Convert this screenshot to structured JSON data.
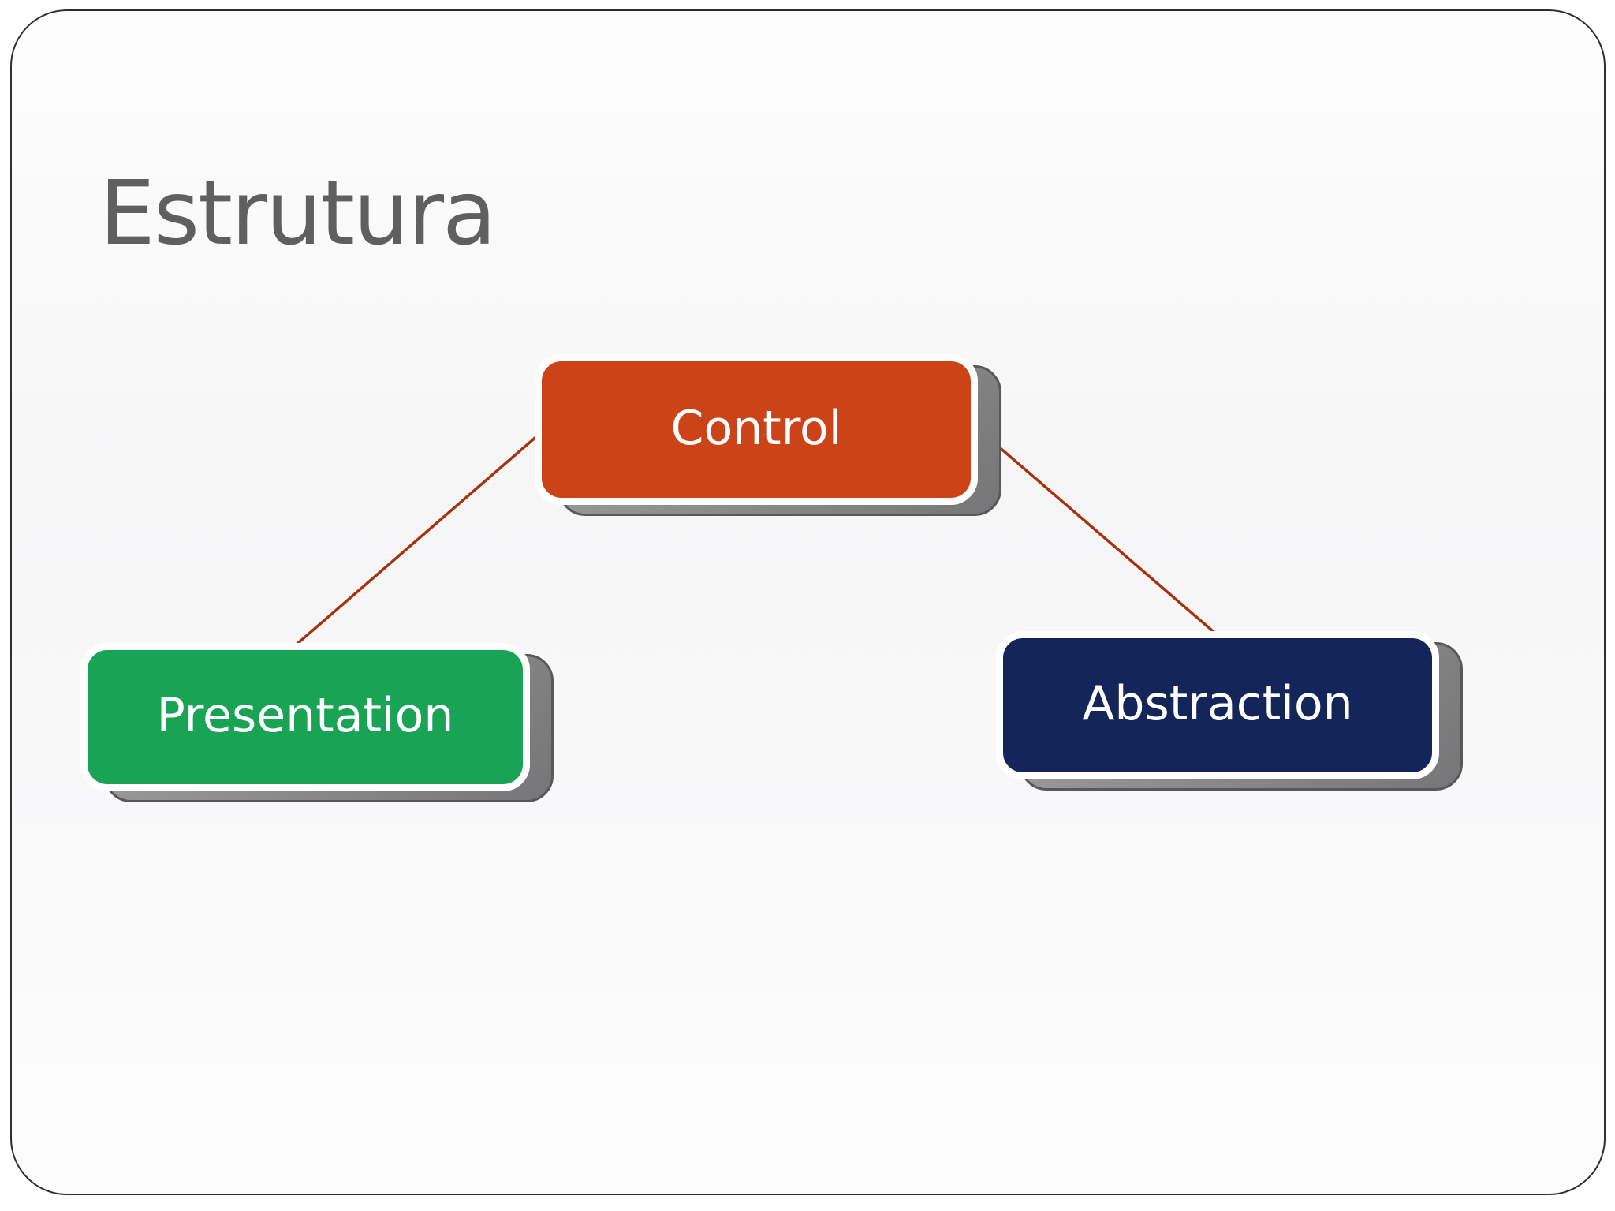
{
  "slide": {
    "title": "Estrutura"
  },
  "diagram": {
    "type": "tree",
    "nodes": [
      {
        "id": "control",
        "label": "Control",
        "color": "#cb4317"
      },
      {
        "id": "presentation",
        "label": "Presentation",
        "color": "#18a454"
      },
      {
        "id": "abstraction",
        "label": "Abstraction",
        "color": "#14255a"
      }
    ],
    "edges": [
      {
        "from": "control",
        "to": "presentation"
      },
      {
        "from": "control",
        "to": "abstraction"
      }
    ],
    "colors": {
      "edge": "#a5330f",
      "node_text": "#ffffff",
      "shadow": "#8e8e8e",
      "shadow_border": "#58585a",
      "title": "#5f5f5f",
      "frame_border": "#2f2f2f"
    }
  }
}
